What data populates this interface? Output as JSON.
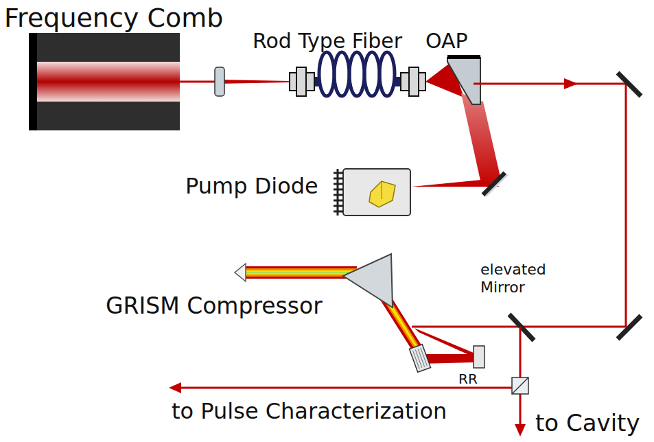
{
  "diagram": {
    "labels": [
      "Frequency Comb",
      "Rod Type Fiber",
      "OAP",
      "Pump Diode",
      "GRISM Compressor",
      "elevated Mirror",
      "RR",
      "to Pulse Characterization",
      "to Cavity"
    ]
  }
}
